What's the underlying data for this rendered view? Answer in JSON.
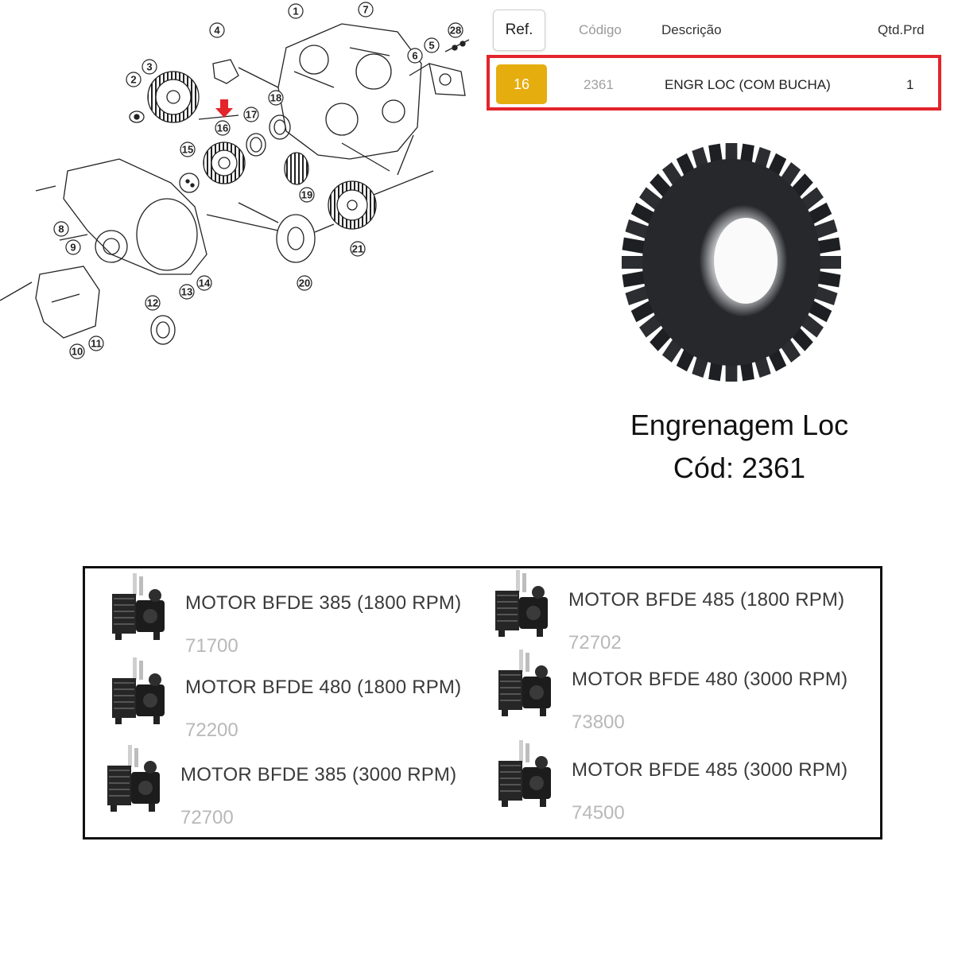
{
  "diagram": {
    "callouts": [
      "1",
      "2",
      "3",
      "4",
      "5",
      "6",
      "7",
      "8",
      "9",
      "10",
      "11",
      "12",
      "13",
      "14",
      "15",
      "16",
      "17",
      "18",
      "19",
      "20",
      "21",
      "28"
    ],
    "highlight_icon": "down-arrow-icon",
    "highlight_color": "#e3242b"
  },
  "table": {
    "headers": {
      "ref": "Ref.",
      "codigo": "Código",
      "descricao": "Descrição",
      "qtd": "Qtd.Prd"
    },
    "row": {
      "ref": "16",
      "codigo": "2361",
      "descricao": "ENGR LOC (COM BUCHA)",
      "qtd": "1"
    },
    "ref_badge_color": "#e6ad0f",
    "row_border_color": "#e3242b"
  },
  "caption": {
    "title": "Engrenagem Loc",
    "code": "Cód: 2361"
  },
  "motors": [
    {
      "name": "MOTOR BFDE 385 (1800 RPM)",
      "code": "71700"
    },
    {
      "name": "MOTOR BFDE 485 (1800 RPM)",
      "code": "72702"
    },
    {
      "name": "MOTOR BFDE 480 (1800 RPM)",
      "code": "72200"
    },
    {
      "name": "MOTOR BFDE 480 (3000 RPM)",
      "code": "73800"
    },
    {
      "name": "MOTOR BFDE 385 (3000 RPM)",
      "code": "72700"
    },
    {
      "name": "MOTOR BFDE 485 (3000 RPM)",
      "code": "74500"
    }
  ]
}
